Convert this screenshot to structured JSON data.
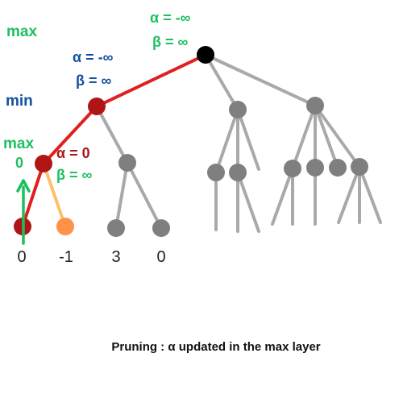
{
  "layers": {
    "max_top": "max",
    "min": "min",
    "max_bottom": "max"
  },
  "root": {
    "alpha": "α = -∞",
    "beta": "β = ∞"
  },
  "min_node": {
    "alpha": "α = -∞",
    "beta": "β = ∞"
  },
  "max_node": {
    "value": "0",
    "alpha": "α = 0",
    "beta": "β = ∞"
  },
  "leaves": [
    "0",
    "-1",
    "3",
    "0"
  ],
  "caption": "Pruning : α updated in the max layer",
  "colors": {
    "active_edge": "#e02020",
    "active_node": "#b01515",
    "root_node": "#000000",
    "inactive": "#a9a9a9",
    "inactive_node": "#7f7f7f",
    "visited_leaf": "#ff9148",
    "visited_edge": "#ffbf6b",
    "arrow": "#19c060",
    "green_text": "#1fbf63",
    "blue_text": "#1450a0"
  }
}
